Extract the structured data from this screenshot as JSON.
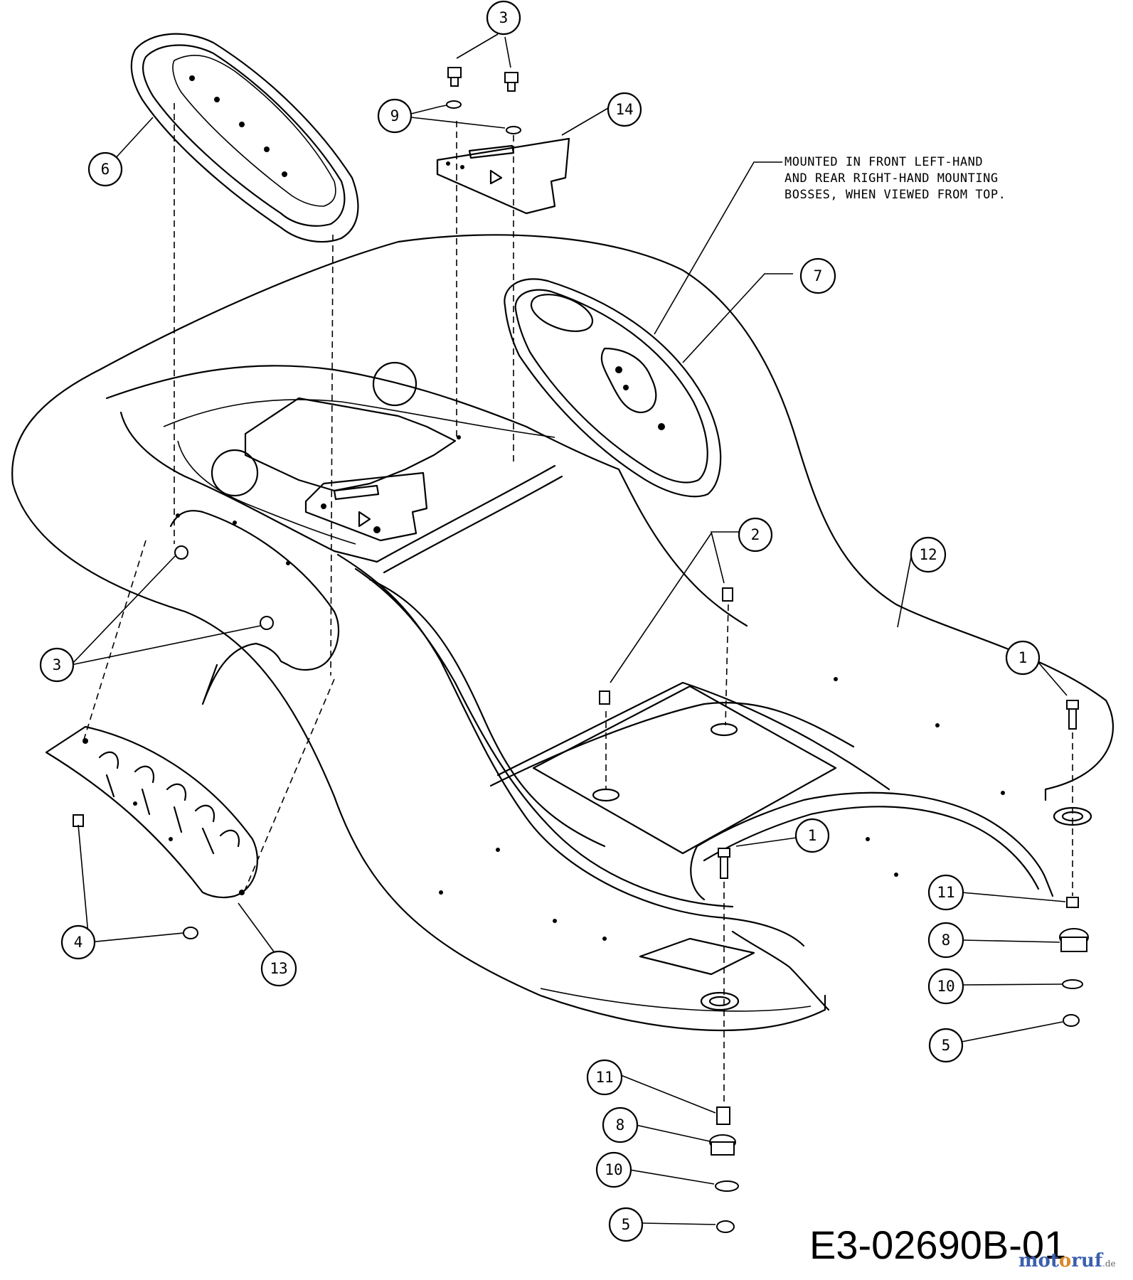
{
  "diagram": {
    "note_lines": [
      "MOUNTED IN FRONT LEFT-HAND",
      "AND REAR RIGHT-HAND MOUNTING",
      "BOSSES, WHEN VIEWED FROM TOP."
    ],
    "drawing_code": "E3-02690B-01",
    "watermark": {
      "part1": "mot",
      "part2": "o",
      "part3": "ruf",
      "suffix": ".de"
    },
    "callouts": [
      {
        "label": "3"
      },
      {
        "label": "9"
      },
      {
        "label": "14"
      },
      {
        "label": "6"
      },
      {
        "label": "7"
      },
      {
        "label": "2"
      },
      {
        "label": "12"
      },
      {
        "label": "1"
      },
      {
        "label": "3"
      },
      {
        "label": "1"
      },
      {
        "label": "11"
      },
      {
        "label": "8"
      },
      {
        "label": "10"
      },
      {
        "label": "5"
      },
      {
        "label": "4"
      },
      {
        "label": "13"
      },
      {
        "label": "11"
      },
      {
        "label": "8"
      },
      {
        "label": "10"
      },
      {
        "label": "5"
      }
    ]
  }
}
